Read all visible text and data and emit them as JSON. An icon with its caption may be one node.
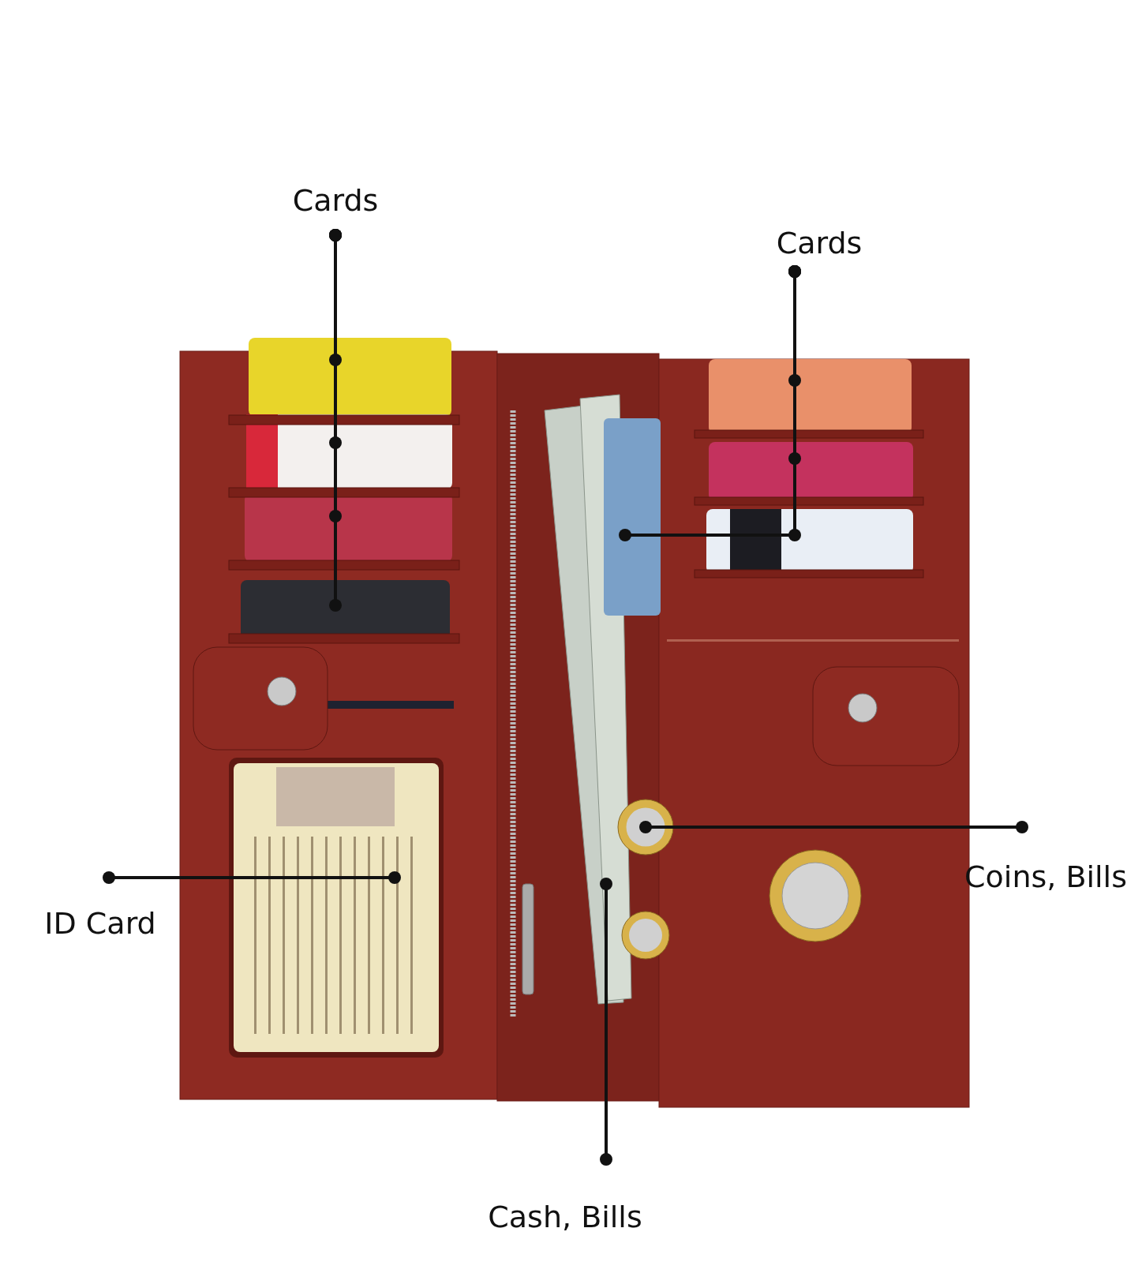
{
  "diagram": {
    "nodes": [
      {
        "text": [
          "Cards"
        ]
      },
      {
        "text": [
          "Cards"
        ]
      },
      {
        "text": [
          "Coins, Bills"
        ]
      },
      {
        "text": [
          "ID Card"
        ]
      },
      {
        "text": [
          "Cash, Bills"
        ]
      }
    ],
    "edges": [
      {
        "from": 0,
        "to": null,
        "arrow": "other"
      },
      {
        "from": 0,
        "to": null,
        "arrow": "other"
      },
      {
        "from": 0,
        "to": null,
        "arrow": "other"
      },
      {
        "from": 0,
        "to": null,
        "arrow": "other"
      },
      {
        "from": 1,
        "to": null,
        "arrow": "other"
      },
      {
        "from": 1,
        "to": null,
        "arrow": "other"
      },
      {
        "from": 1,
        "to": null,
        "arrow": "other"
      },
      {
        "from": 1,
        "to": null,
        "arrow": "other"
      },
      {
        "from": 2,
        "to": null,
        "arrow": "other"
      },
      {
        "from": 3,
        "to": null,
        "arrow": "other"
      },
      {
        "from": 4,
        "to": null,
        "arrow": "other"
      }
    ]
  }
}
